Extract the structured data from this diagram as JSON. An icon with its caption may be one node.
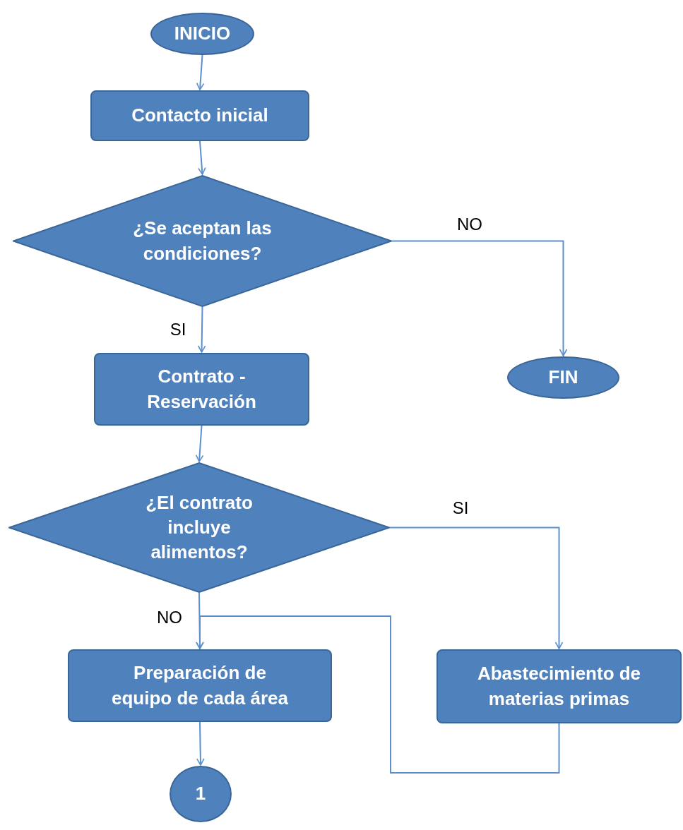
{
  "diagram": {
    "nodes": [
      {
        "text": [
          "INICIO"
        ]
      },
      {
        "text": [
          "Contacto inicial"
        ]
      },
      {
        "text": [
          "¿Se aceptan las condiciones?"
        ]
      },
      {
        "text": [
          "FIN"
        ]
      },
      {
        "text": [
          "Contrato - Reservación"
        ]
      },
      {
        "text": [
          "¿El contrato incluye alimentos?"
        ]
      },
      {
        "text": [
          "Preparación de equipo de cada área"
        ]
      },
      {
        "text": [
          "Abastecimiento de materias primas"
        ]
      },
      {
        "text": [
          "1"
        ]
      }
    ],
    "edges": [
      {
        "from": 0,
        "to": 1,
        "arrow": "to"
      },
      {
        "from": 1,
        "to": 2,
        "arrow": "to"
      },
      {
        "from": 2,
        "to": 3,
        "arrow": "to",
        "label": "NO"
      },
      {
        "from": 2,
        "to": 4,
        "arrow": "to",
        "label": "SI"
      },
      {
        "from": 4,
        "to": 5,
        "arrow": "to"
      },
      {
        "from": 5,
        "to": 7,
        "arrow": "to",
        "label": "SI"
      },
      {
        "from": 5,
        "to": 6,
        "arrow": "to",
        "label": "NO"
      },
      {
        "from": 7,
        "to": 6,
        "arrow": "to"
      },
      {
        "from": 6,
        "to": 8,
        "arrow": "to"
      }
    ]
  }
}
